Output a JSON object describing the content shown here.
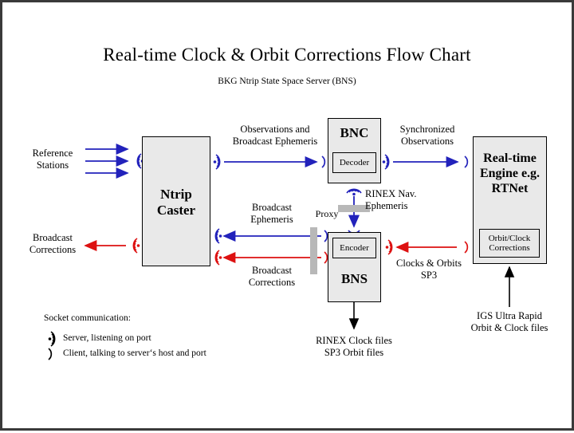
{
  "page": {
    "title": "Real-time Clock & Orbit Corrections Flow Chart",
    "subtitle": "BKG Ntrip State Space Server  (BNS)"
  },
  "colors": {
    "blue": "#2222bb",
    "red": "#dd1111",
    "black": "#000000",
    "box_fill": "#e9e9e9",
    "proxy_gray": "#b8b8b8",
    "frame": "#3a3a3a"
  },
  "boxes": {
    "ntrip_caster": {
      "label": "Ntrip\nCaster"
    },
    "bnc": {
      "label": "BNC",
      "inner": "Decoder"
    },
    "bns": {
      "label": "BNS",
      "inner": "Encoder"
    },
    "rtengine": {
      "label": "Real-time\nEngine\ne.g. RTNet",
      "inner": "Orbit/Clock\nCorrections"
    }
  },
  "labels": {
    "reference_stations": "Reference\nStations",
    "broadcast_corrections_left": "Broadcast\nCorrections",
    "observations_broadcast_ephemeris": "Observations and\nBroadcast Ephemeris",
    "synchronized_observations": "Synchronized\nObservations",
    "rinex_nav_ephemeris": "RINEX Nav.\nEphemeris",
    "broadcast_ephemeris": "Broadcast\nEphemeris",
    "broadcast_corrections_mid": "Broadcast\nCorrections",
    "proxy": "Proxy",
    "clocks_orbits_sp3": "Clocks & Orbits\nSP3",
    "rinex_clock_sp3_files": "RINEX Clock files\nSP3 Orbit files",
    "igs_ultra_rapid": "IGS Ultra Rapid\nOrbit & Clock files"
  },
  "legend": {
    "heading": "Socket communication:",
    "server": "Server,  listening on port",
    "client": "Client, talking to server‘s host and port",
    "server_icon": "server-antenna-icon",
    "client_icon": "client-paren-icon"
  },
  "icons": {
    "server_antenna": "antenna-waves-icon",
    "client_socket": "paren-bracket-icon",
    "arrow": "arrow-icon"
  }
}
